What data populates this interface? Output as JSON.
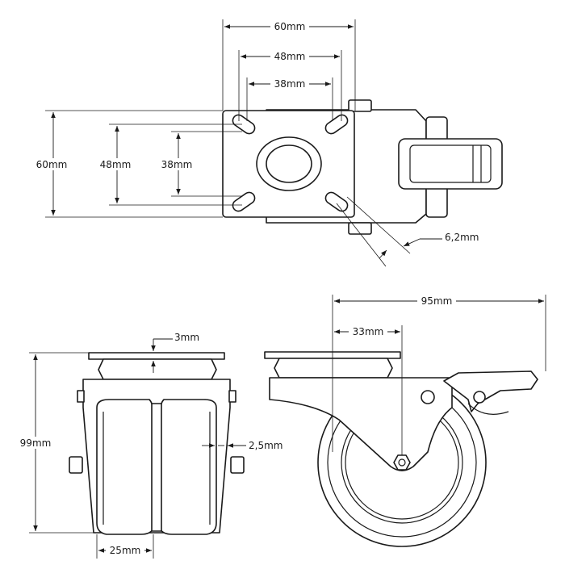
{
  "colors": {
    "line": "#1a1a1a",
    "background": "#ffffff"
  },
  "dimensions": {
    "top_plate_width": "60mm",
    "top_hole_span": "48mm",
    "top_hole_inner": "38mm",
    "left_plate_height": "60mm",
    "left_hole_span": "48mm",
    "left_hole_inner": "38mm",
    "slot_width": "6,2mm",
    "plate_thickness": "3mm",
    "overall_height": "99mm",
    "wheel_gap": "2,5mm",
    "wheel_width": "25mm",
    "overall_length": "95mm",
    "offset": "33mm"
  }
}
